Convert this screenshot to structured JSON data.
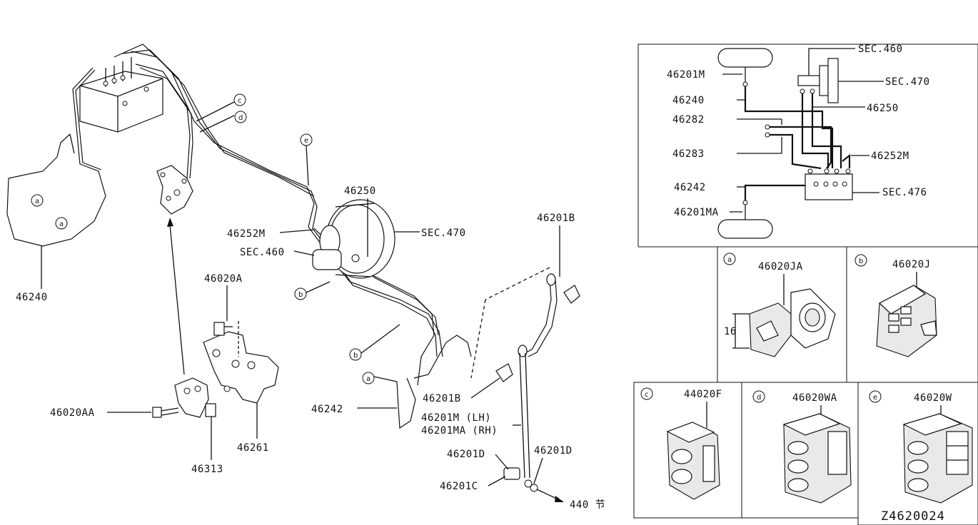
{
  "diagram": {
    "main_labels": {
      "l46240": "46240",
      "l46250": "46250",
      "l46252M": "46252M",
      "lSEC460": "SEC.460",
      "lSEC470": "SEC.470",
      "l46020A": "46020A",
      "l46020AA": "46020AA",
      "l46313": "46313",
      "l46261": "46261",
      "l46242": "46242",
      "l46201B_top": "46201B",
      "l46201B_mid": "46201B",
      "l46201M_LH": "46201M  (LH)",
      "l46201MA_RH": "46201MA (RH)",
      "l46201D_left": "46201D",
      "l46201D_right": "46201D",
      "l46201C": "46201C",
      "l440": "440 节"
    },
    "callouts": {
      "a": "a",
      "b": "b",
      "c": "c",
      "d": "d",
      "e": "e"
    },
    "schematic": {
      "l46201M": "46201M",
      "l46240": "46240",
      "l46282": "46282",
      "l46283": "46283",
      "l46242": "46242",
      "l46201MA": "46201MA",
      "lSEC460": "SEC.460",
      "lSEC470": "SEC.470",
      "l46250": "46250",
      "l46252M": "46252M",
      "lSEC476": "SEC.476"
    },
    "panels": {
      "a": {
        "part": "46020JA",
        "dimension": "16"
      },
      "b": {
        "part": "46020J"
      },
      "c": {
        "part": "44020F"
      },
      "d": {
        "part": "46020WA"
      },
      "e": {
        "part": "46020W"
      }
    },
    "diagram_code": "Z4620024"
  }
}
